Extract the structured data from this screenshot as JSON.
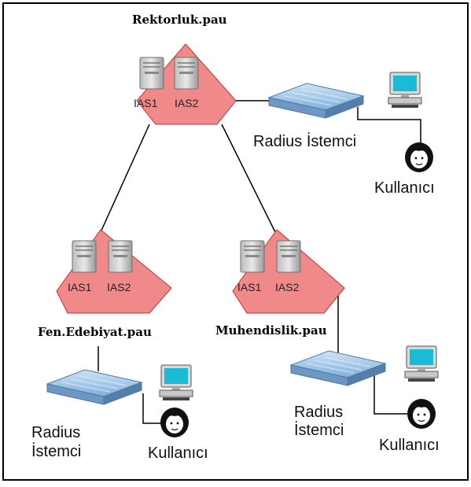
{
  "diagram": {
    "domains": {
      "root": "Rektorluk.pau",
      "left": "Fen.Edebiyat.pau",
      "right": "Muhendislik.pau"
    },
    "servers": {
      "ias1": "IAS1",
      "ias2": "IAS2"
    },
    "labels": {
      "radius_client_line1": "Radius",
      "radius_client_line2": "İstemci",
      "radius_client_single": "Radius İstemci",
      "user": "Kullanıcı"
    },
    "colors": {
      "frame": "#000000",
      "pentagon_fill": "#f08a8a",
      "pentagon_stroke": "#c03030",
      "switch_fill": "#9fc6ea",
      "user_face": "#ffffff",
      "user_hair": "#111111"
    },
    "icons": {
      "server": "server-tower-icon",
      "switch": "network-switch-icon",
      "computer": "desktop-computer-icon",
      "user": "user-avatar-icon"
    }
  }
}
